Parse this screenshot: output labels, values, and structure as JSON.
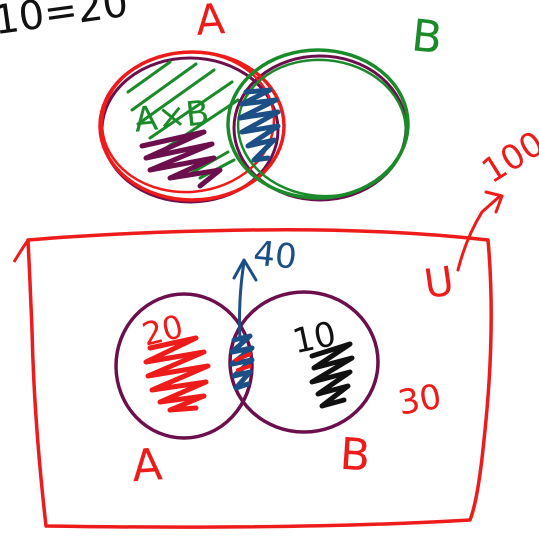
{
  "colors": {
    "red": "#ee1b1b",
    "green": "#1a8a2a",
    "purple": "#6b0f4d",
    "navy": "#1c4f86",
    "black": "#111111",
    "background": "#ffffff"
  },
  "top_diagram": {
    "equation_fragment": "10=20",
    "set_a_label": "A",
    "set_b_label": "B",
    "region_label": "A×B"
  },
  "bottom_diagram": {
    "intersection_value": "40",
    "a_only_value": "20",
    "b_only_value": "10",
    "outside_value": "30",
    "set_a_label": "A",
    "set_b_label": "B",
    "universe_label": "U",
    "universe_total": "100"
  }
}
